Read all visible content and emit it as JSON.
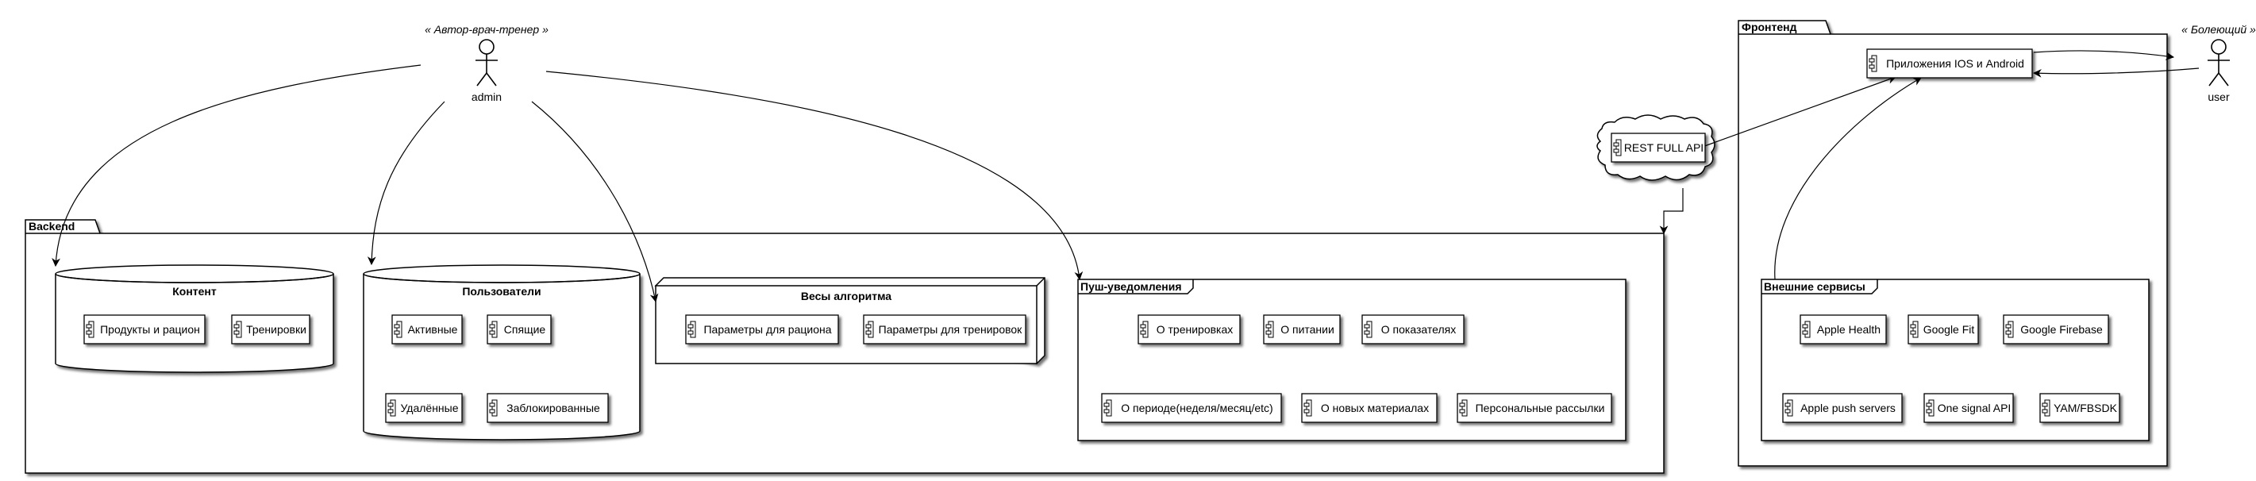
{
  "actors": {
    "admin": {
      "name": "admin",
      "stereotype": "« Автор-врач-тренер »"
    },
    "user": {
      "name": "user",
      "stereotype": "« Болеющий »"
    }
  },
  "packages": {
    "backend": "Backend",
    "frontend": "Фронтенд"
  },
  "api": {
    "label": "REST FULL API"
  },
  "content_db": {
    "title": "Контент",
    "items": [
      "Продукты и рацион",
      "Тренировки"
    ]
  },
  "users_db": {
    "title": "Пользователи",
    "items": [
      "Активные",
      "Спящие",
      "Удалённые",
      "Заблокированные"
    ]
  },
  "weights_node": {
    "title": "Весы алгоритма",
    "items": [
      "Параметры для рациона",
      "Параметры для тренировок"
    ]
  },
  "push_frame": {
    "title": "Пуш-уведомления",
    "items": [
      "О тренировках",
      "О питании",
      "О показателях",
      "О периоде(неделя/месяц/etc)",
      "О новых материалах",
      "Персональные рассылки"
    ]
  },
  "apps": {
    "label": "Приложения IOS и Android"
  },
  "external_frame": {
    "title": "Внешние сервисы",
    "items": [
      "Apple Health",
      "Google Fit",
      "Google Firebase",
      "Apple push servers",
      "One signal API",
      "YAM/FBSDK"
    ]
  }
}
